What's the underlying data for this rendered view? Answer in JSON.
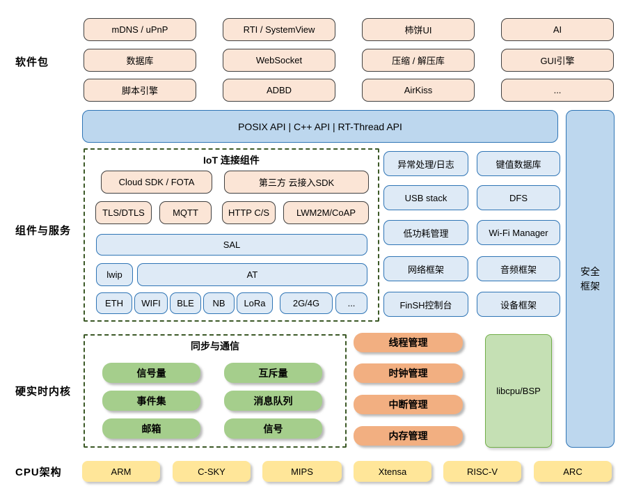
{
  "side_labels": {
    "packages": "软件包",
    "components": "组件与服务",
    "kernel": "硬实时内核",
    "cpu": "CPU架构"
  },
  "packages": [
    "mDNS / uPnP",
    "RTI / SystemView",
    "柿饼UI",
    "AI",
    "数据库",
    "WebSocket",
    "压缩 / 解压库",
    "GUI引擎",
    "脚本引擎",
    "ADBD",
    "AirKiss",
    "..."
  ],
  "api_bar": "POSIX API  |  C++ API  |  RT-Thread API",
  "security_frame": "安全\n框架",
  "iot": {
    "title": "IoT 连接组件",
    "cloud_sdk": "Cloud SDK / FOTA",
    "third_party_sdk": "第三方 云接入SDK",
    "protocols": [
      "TLS/DTLS",
      "MQTT",
      "HTTP C/S",
      "LWM2M/CoAP"
    ],
    "sal": "SAL",
    "lwip": "lwip",
    "at": "AT",
    "links": [
      "ETH",
      "WIFI",
      "BLE",
      "NB",
      "LoRa",
      "2G/4G",
      "..."
    ]
  },
  "services": [
    "异常处理/日志",
    "键值数据库",
    "USB stack",
    "DFS",
    "低功耗管理",
    "Wi-Fi Manager",
    "网络框架",
    "音频框架",
    "FinSH控制台",
    "设备框架"
  ],
  "sync": {
    "title": "同步与通信",
    "items": [
      "信号量",
      "互斥量",
      "事件集",
      "消息队列",
      "邮箱",
      "信号"
    ]
  },
  "kernel_mgmt": [
    "线程管理",
    "时钟管理",
    "中断管理",
    "内存管理"
  ],
  "libcpu": "libcpu/BSP",
  "cpus": [
    "ARM",
    "C-SKY",
    "MIPS",
    "Xtensa",
    "RISC-V",
    "ARC"
  ],
  "colors": {
    "peach": "#FBE5D6",
    "blue_light": "#DEEAF6",
    "blue_mid": "#BDD7EE",
    "blue_border": "#2E74B5",
    "green": "#A5CE8C",
    "green_light": "#C5E0B4",
    "green_border": "#70AD47",
    "orange": "#F2AF81",
    "yellow": "#FFE699",
    "dash_green": "#3B5826"
  }
}
